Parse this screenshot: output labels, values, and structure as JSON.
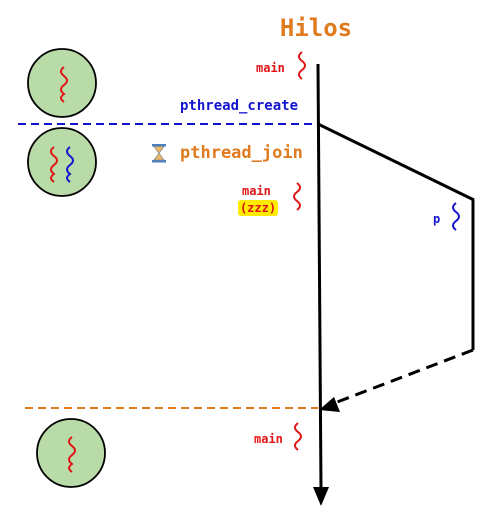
{
  "title": "Hilos",
  "labels": {
    "pthread_create": "pthread_create",
    "pthread_join": "pthread_join",
    "main_top": "main",
    "main_sleep": "main",
    "sleep": "(zzz)",
    "thread_p": "p",
    "main_bottom": "main"
  },
  "icons": {
    "join": "hourglass-icon",
    "thread": "squiggle-thread-icon",
    "process": "process-circle-icon"
  },
  "colors": {
    "title": "#e07a1f",
    "create": "#1414d0",
    "join": "#e07a1f",
    "main_thread": "#e01414",
    "p_thread": "#1414d0",
    "process_fill": "#b9dba8",
    "sleep_highlight": "#ffeb00",
    "timeline": "#000000"
  }
}
